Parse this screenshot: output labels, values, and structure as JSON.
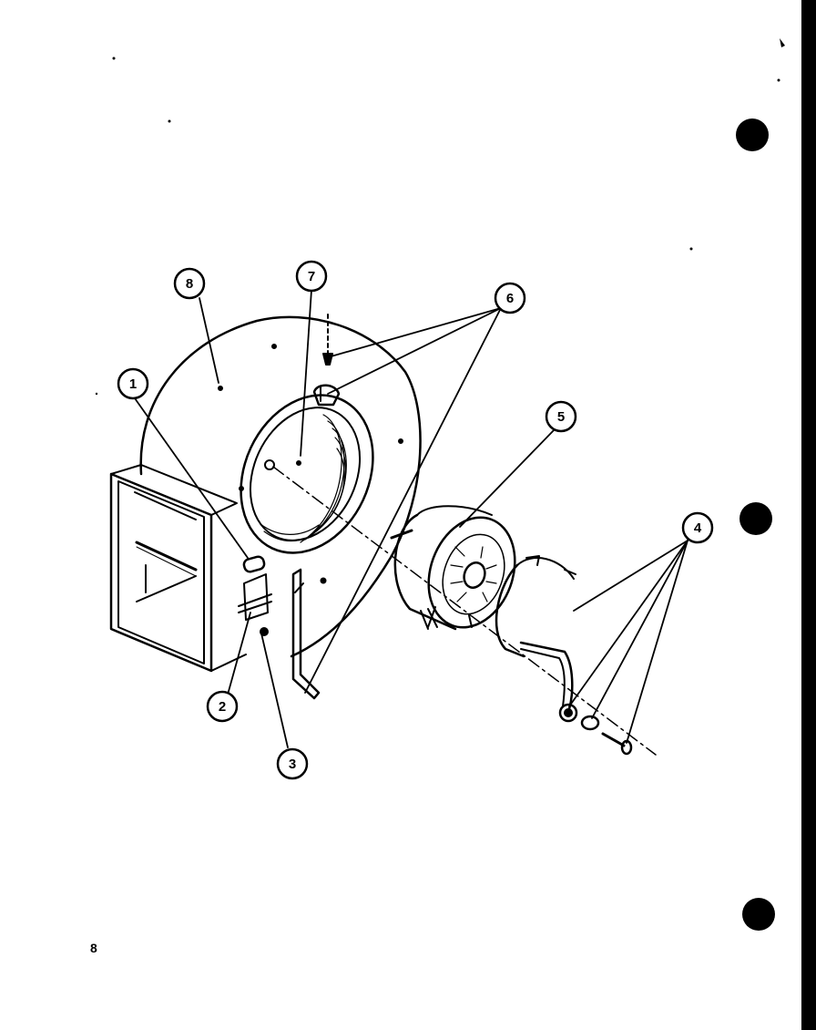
{
  "diagram": {
    "parts": [
      {
        "id": "part-1",
        "label": "1"
      },
      {
        "id": "part-2",
        "label": "2"
      },
      {
        "id": "part-3",
        "label": "3"
      },
      {
        "id": "part-4",
        "label": "4"
      },
      {
        "id": "part-5",
        "label": "5"
      },
      {
        "id": "part-6",
        "label": "6"
      },
      {
        "id": "part-7",
        "label": "7"
      },
      {
        "id": "part-8",
        "label": "8"
      }
    ]
  },
  "page": {
    "number": "8"
  },
  "colors": {
    "ink": "#000000",
    "paper": "#ffffff",
    "border": "#000000"
  }
}
